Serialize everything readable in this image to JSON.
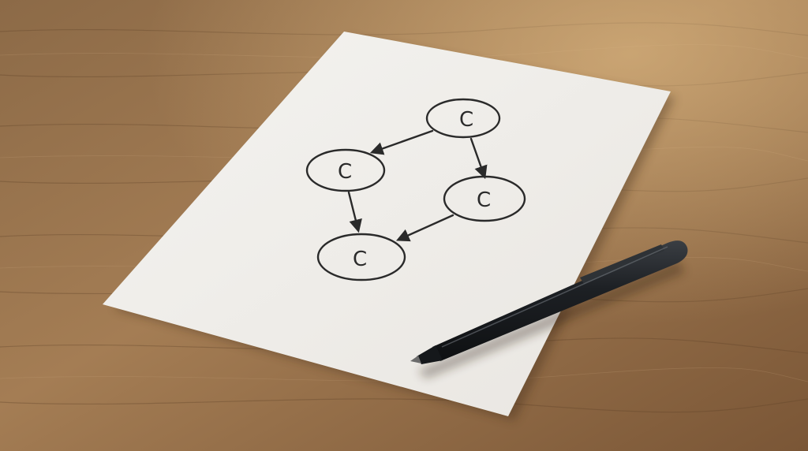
{
  "scene": {
    "description_tags": [
      "wooden-table",
      "paper-sheet",
      "hand-drawn-graph",
      "pen"
    ],
    "colors": {
      "wood_light": "#b08a5e",
      "wood_dark": "#6e4d2e",
      "paper": "#f1efeb",
      "ink": "#2a2a2a",
      "pen_body": "#1c1f22"
    }
  },
  "drawing": {
    "nodes": [
      {
        "id": "top",
        "label": "C"
      },
      {
        "id": "left",
        "label": "C"
      },
      {
        "id": "right",
        "label": "C"
      },
      {
        "id": "bottom",
        "label": "C"
      }
    ],
    "edges": [
      {
        "from": "top",
        "to": "left"
      },
      {
        "from": "top",
        "to": "right"
      },
      {
        "from": "left",
        "to": "bottom"
      },
      {
        "from": "right",
        "to": "bottom"
      }
    ]
  }
}
